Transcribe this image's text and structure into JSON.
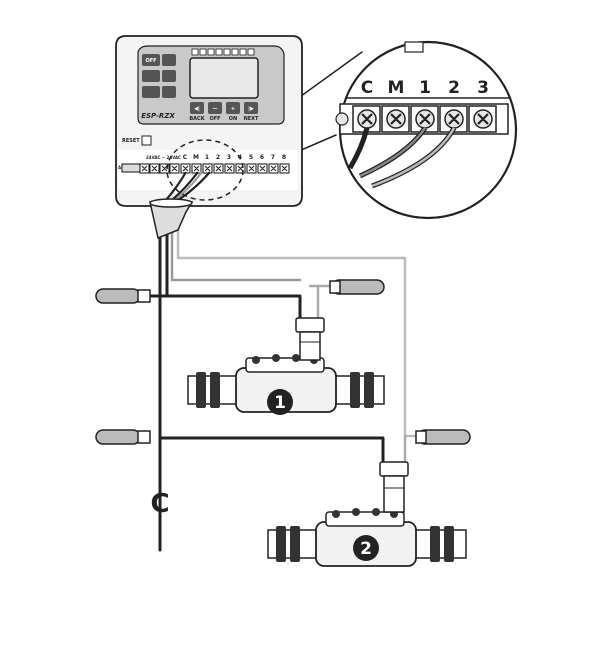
{
  "controller": {
    "model": "ESP-RZX",
    "off_label": "OFF",
    "reset_label": "RESET",
    "accessory_label": "ACCESSORY",
    "power_terminal_label": "24VAC ~ 24VAC",
    "terminal_labels": [
      "C",
      "M",
      "1",
      "2",
      "3",
      "4",
      "5",
      "6",
      "7",
      "8"
    ],
    "nav_buttons": [
      {
        "symbol": "◀|",
        "label": "BACK"
      },
      {
        "symbol": "—",
        "label": "OFF"
      },
      {
        "symbol": "+",
        "label": "ON"
      },
      {
        "symbol": "|▶",
        "label": "NEXT"
      }
    ]
  },
  "zoom": {
    "terminal_labels": [
      "C",
      "M",
      "1",
      "2",
      "3"
    ]
  },
  "common_wire_label": "C",
  "valves": [
    {
      "number": "1"
    },
    {
      "number": "2"
    }
  ]
}
